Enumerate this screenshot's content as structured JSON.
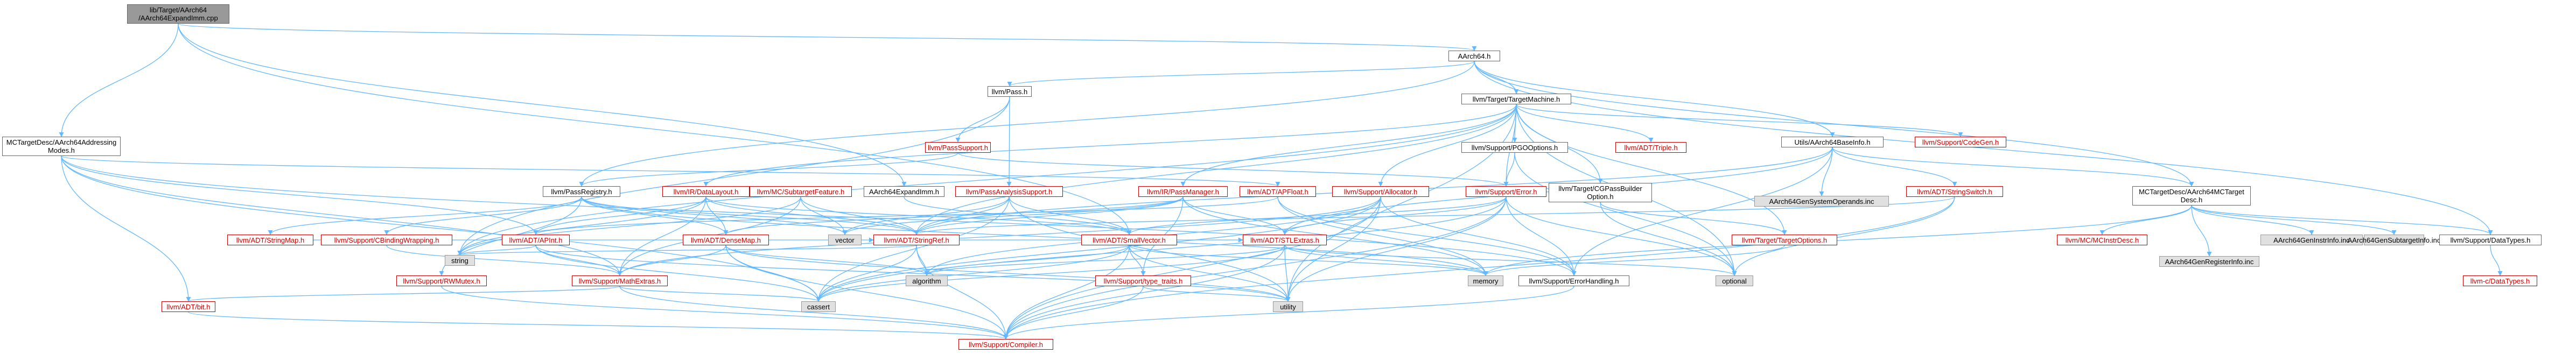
{
  "colors": {
    "edge": "#63b8ff",
    "root_fill": "#999999",
    "missing_border": "#cc0000",
    "system_fill": "#e0e0e0"
  },
  "nodes": [
    {
      "id": "root",
      "label": "lib/Target/AArch64\n/AArch64ExpandImm.cpp",
      "kind": "root"
    },
    {
      "id": "aarch64h",
      "label": "AArch64.h",
      "kind": "norm"
    },
    {
      "id": "mctd_addr",
      "label": "MCTargetDesc/AArch64Addressing\nModes.h",
      "kind": "norm"
    },
    {
      "id": "pass",
      "label": "llvm/Pass.h",
      "kind": "norm"
    },
    {
      "id": "tm",
      "label": "llvm/Target/TargetMachine.h",
      "kind": "norm"
    },
    {
      "id": "passsupport",
      "label": "llvm/PassSupport.h",
      "kind": "red"
    },
    {
      "id": "pgo",
      "label": "llvm/Support/PGOOptions.h",
      "kind": "norm"
    },
    {
      "id": "triple",
      "label": "llvm/ADT/Triple.h",
      "kind": "red"
    },
    {
      "id": "basicinfo",
      "label": "Utils/AArch64BaseInfo.h",
      "kind": "norm"
    },
    {
      "id": "codegen",
      "label": "llvm/Support/CodeGen.h",
      "kind": "red"
    },
    {
      "id": "passregistry",
      "label": "llvm/PassRegistry.h",
      "kind": "norm"
    },
    {
      "id": "datalayout",
      "label": "llvm/IR/DataLayout.h",
      "kind": "red"
    },
    {
      "id": "subtarget",
      "label": "llvm/MC/SubtargetFeature.h",
      "kind": "red"
    },
    {
      "id": "expandimm",
      "label": "AArch64ExpandImm.h",
      "kind": "norm"
    },
    {
      "id": "passanalysis",
      "label": "llvm/PassAnalysisSupport.h",
      "kind": "red"
    },
    {
      "id": "passmanager",
      "label": "llvm/IR/PassManager.h",
      "kind": "red"
    },
    {
      "id": "apfloat",
      "label": "llvm/ADT/APFloat.h",
      "kind": "red"
    },
    {
      "id": "allocator",
      "label": "llvm/Support/Allocator.h",
      "kind": "red"
    },
    {
      "id": "error",
      "label": "llvm/Support/Error.h",
      "kind": "red"
    },
    {
      "id": "cgpass",
      "label": "llvm/Target/CGPassBuilder\nOption.h",
      "kind": "norm"
    },
    {
      "id": "sysop",
      "label": "AArch64GenSystemOperands.inc",
      "kind": "gray"
    },
    {
      "id": "stringswitch",
      "label": "llvm/ADT/StringSwitch.h",
      "kind": "red"
    },
    {
      "id": "mctd_aarch",
      "label": "MCTargetDesc/AArch64MCTarget\nDesc.h",
      "kind": "norm"
    },
    {
      "id": "stringmap",
      "label": "llvm/ADT/StringMap.h",
      "kind": "red"
    },
    {
      "id": "cbw",
      "label": "llvm/Support/CBindingWrapping.h",
      "kind": "red"
    },
    {
      "id": "apint",
      "label": "llvm/ADT/APInt.h",
      "kind": "red"
    },
    {
      "id": "densemap",
      "label": "llvm/ADT/DenseMap.h",
      "kind": "red"
    },
    {
      "id": "vector",
      "label": "vector",
      "kind": "gray"
    },
    {
      "id": "stringref",
      "label": "llvm/ADT/StringRef.h",
      "kind": "red"
    },
    {
      "id": "smallvector",
      "label": "llvm/ADT/SmallVector.h",
      "kind": "red"
    },
    {
      "id": "stlextras",
      "label": "llvm/ADT/STLExtras.h",
      "kind": "red"
    },
    {
      "id": "targetoptions",
      "label": "llvm/Target/TargetOptions.h",
      "kind": "red"
    },
    {
      "id": "mcinstrdesc",
      "label": "llvm/MC/MCInstrDesc.h",
      "kind": "red"
    },
    {
      "id": "genregister",
      "label": "AArch64GenRegisterInfo.inc",
      "kind": "gray"
    },
    {
      "id": "geninstr",
      "label": "AArch64GenInstrInfo.inc",
      "kind": "gray"
    },
    {
      "id": "gensubtarget",
      "label": "AArch64GenSubtargetInfo.inc",
      "kind": "gray"
    },
    {
      "id": "datatypes",
      "label": "llvm/Support/DataTypes.h",
      "kind": "norm"
    },
    {
      "id": "string",
      "label": "string",
      "kind": "gray"
    },
    {
      "id": "rwmutex",
      "label": "llvm/Support/RWMutex.h",
      "kind": "red"
    },
    {
      "id": "mathextras",
      "label": "llvm/Support/MathExtras.h",
      "kind": "red"
    },
    {
      "id": "algorithm",
      "label": "algorithm",
      "kind": "gray"
    },
    {
      "id": "typetraits",
      "label": "llvm/Support/type_traits.h",
      "kind": "red"
    },
    {
      "id": "memory",
      "label": "memory",
      "kind": "gray"
    },
    {
      "id": "errorhandling",
      "label": "llvm/Support/ErrorHandling.h",
      "kind": "norm"
    },
    {
      "id": "optional",
      "label": "optional",
      "kind": "gray"
    },
    {
      "id": "cdatatypes",
      "label": "llvm-c/DataTypes.h",
      "kind": "red"
    },
    {
      "id": "bitfield",
      "label": "llvm/ADT/bit.h",
      "kind": "red"
    },
    {
      "id": "cassert",
      "label": "cassert",
      "kind": "gray"
    },
    {
      "id": "utility",
      "label": "utility",
      "kind": "gray"
    },
    {
      "id": "compiler",
      "label": "llvm/Support/Compiler.h",
      "kind": "red"
    }
  ],
  "edges": [
    [
      "root",
      "aarch64h"
    ],
    [
      "root",
      "mctd_addr"
    ],
    [
      "root",
      "expandimm"
    ],
    [
      "root",
      "smallvector"
    ],
    [
      "aarch64h",
      "pass"
    ],
    [
      "aarch64h",
      "tm"
    ],
    [
      "aarch64h",
      "basicinfo"
    ],
    [
      "aarch64h",
      "mctd_aarch"
    ],
    [
      "aarch64h",
      "datatypes"
    ],
    [
      "aarch64h",
      "passregistry"
    ],
    [
      "mctd_addr",
      "apfloat"
    ],
    [
      "mctd_addr",
      "apint"
    ],
    [
      "mctd_addr",
      "errorhandling"
    ],
    [
      "mctd_addr",
      "mathextras"
    ],
    [
      "mctd_addr",
      "bitfield"
    ],
    [
      "mctd_addr",
      "cassert"
    ],
    [
      "pass",
      "passsupport"
    ],
    [
      "pass",
      "passanalysis"
    ],
    [
      "pass",
      "string"
    ],
    [
      "tm",
      "triple"
    ],
    [
      "tm",
      "pgo"
    ],
    [
      "tm",
      "codegen"
    ],
    [
      "tm",
      "datalayout"
    ],
    [
      "tm",
      "passmanager"
    ],
    [
      "tm",
      "allocator"
    ],
    [
      "tm",
      "error"
    ],
    [
      "tm",
      "cgpass"
    ],
    [
      "tm",
      "targetoptions"
    ],
    [
      "tm",
      "stringref"
    ],
    [
      "tm",
      "optional"
    ],
    [
      "tm",
      "string"
    ],
    [
      "tm",
      "utility"
    ],
    [
      "passsupport",
      "passregistry"
    ],
    [
      "passsupport",
      "passinfo_dummy"
    ],
    [
      "passsupport",
      "error"
    ],
    [
      "pgo",
      "error"
    ],
    [
      "pgo",
      "optional"
    ],
    [
      "basicinfo",
      "sysop"
    ],
    [
      "basicinfo",
      "stringswitch"
    ],
    [
      "basicinfo",
      "mctd_aarch"
    ],
    [
      "basicinfo",
      "stringref"
    ],
    [
      "basicinfo",
      "stlextras"
    ],
    [
      "basicinfo",
      "errorhandling"
    ],
    [
      "passregistry",
      "stringmap"
    ],
    [
      "passregistry",
      "cbw"
    ],
    [
      "passregistry",
      "densemap"
    ],
    [
      "passregistry",
      "rwmutex"
    ],
    [
      "passregistry",
      "stringref"
    ],
    [
      "passregistry",
      "vector"
    ],
    [
      "passregistry",
      "memory"
    ],
    [
      "datalayout",
      "apint"
    ],
    [
      "datalayout",
      "densemap"
    ],
    [
      "datalayout",
      "stringref"
    ],
    [
      "datalayout",
      "smallvector"
    ],
    [
      "datalayout",
      "mathextras"
    ],
    [
      "datalayout",
      "string"
    ],
    [
      "subtarget",
      "stringref"
    ],
    [
      "subtarget",
      "mathextras"
    ],
    [
      "subtarget",
      "vector"
    ],
    [
      "subtarget",
      "string"
    ],
    [
      "expandimm",
      "smallvector"
    ],
    [
      "passanalysis",
      "smallvector"
    ],
    [
      "passanalysis",
      "stringref"
    ],
    [
      "passanalysis",
      "vector"
    ],
    [
      "passanalysis",
      "utility"
    ],
    [
      "passanalysis",
      "cassert"
    ],
    [
      "passmanager",
      "densemap"
    ],
    [
      "passmanager",
      "stlextras"
    ],
    [
      "passmanager",
      "stringref"
    ],
    [
      "passmanager",
      "typetraits"
    ],
    [
      "passmanager",
      "memory"
    ],
    [
      "passmanager",
      "vector"
    ],
    [
      "apfloat",
      "apint"
    ],
    [
      "apfloat",
      "errorhandling"
    ],
    [
      "apfloat",
      "memory"
    ],
    [
      "allocator",
      "mathextras"
    ],
    [
      "allocator",
      "compiler"
    ],
    [
      "allocator",
      "errorhandling"
    ],
    [
      "allocator",
      "algorithm"
    ],
    [
      "allocator",
      "utility"
    ],
    [
      "allocator",
      "cassert"
    ],
    [
      "error",
      "stlextras"
    ],
    [
      "error",
      "smallvector"
    ],
    [
      "error",
      "errorhandling"
    ],
    [
      "error",
      "compiler"
    ],
    [
      "error",
      "utility"
    ],
    [
      "error",
      "cassert"
    ],
    [
      "error",
      "optional"
    ],
    [
      "cgpass",
      "targetoptions"
    ],
    [
      "cgpass",
      "optional"
    ],
    [
      "stringswitch",
      "stringref"
    ],
    [
      "stringswitch",
      "compiler"
    ],
    [
      "stringswitch",
      "optional"
    ],
    [
      "mctd_aarch",
      "mcinstrdesc"
    ],
    [
      "mctd_aarch",
      "genregister"
    ],
    [
      "mctd_aarch",
      "geninstr"
    ],
    [
      "mctd_aarch",
      "gensubtarget"
    ],
    [
      "mctd_aarch",
      "datatypes"
    ],
    [
      "mctd_aarch",
      "memory"
    ],
    [
      "apint",
      "mathextras"
    ],
    [
      "apint",
      "cassert"
    ],
    [
      "apint",
      "utility"
    ],
    [
      "apint",
      "string"
    ],
    [
      "densemap",
      "mathextras"
    ],
    [
      "densemap",
      "compiler"
    ],
    [
      "densemap",
      "algorithm"
    ],
    [
      "densemap",
      "cassert"
    ],
    [
      "densemap",
      "utility"
    ],
    [
      "stringref",
      "stlextras"
    ],
    [
      "stringref",
      "compiler"
    ],
    [
      "stringref",
      "algorithm"
    ],
    [
      "stringref",
      "cassert"
    ],
    [
      "stringref",
      "string"
    ],
    [
      "smallvector",
      "compiler"
    ],
    [
      "smallvector",
      "typetraits"
    ],
    [
      "smallvector",
      "algorithm"
    ],
    [
      "smallvector",
      "cassert"
    ],
    [
      "smallvector",
      "utility"
    ],
    [
      "smallvector",
      "memory"
    ],
    [
      "stlextras",
      "compiler"
    ],
    [
      "stlextras",
      "algorithm"
    ],
    [
      "stlextras",
      "cassert"
    ],
    [
      "stlextras",
      "utility"
    ],
    [
      "stlextras",
      "optional"
    ],
    [
      "stlextras",
      "memory"
    ],
    [
      "datatypes",
      "cdatatypes"
    ],
    [
      "rwmutex",
      "compiler"
    ],
    [
      "mathextras",
      "bitfield"
    ],
    [
      "mathextras",
      "compiler"
    ],
    [
      "mathextras",
      "cassert"
    ],
    [
      "typetraits",
      "compiler"
    ],
    [
      "typetraits",
      "utility"
    ],
    [
      "errorhandling",
      "compiler"
    ],
    [
      "bitfield",
      "compiler"
    ],
    [
      "targetoptions",
      "memory"
    ],
    [
      "stringmap",
      "stringref"
    ],
    [
      "cbw",
      "mathextras"
    ]
  ]
}
